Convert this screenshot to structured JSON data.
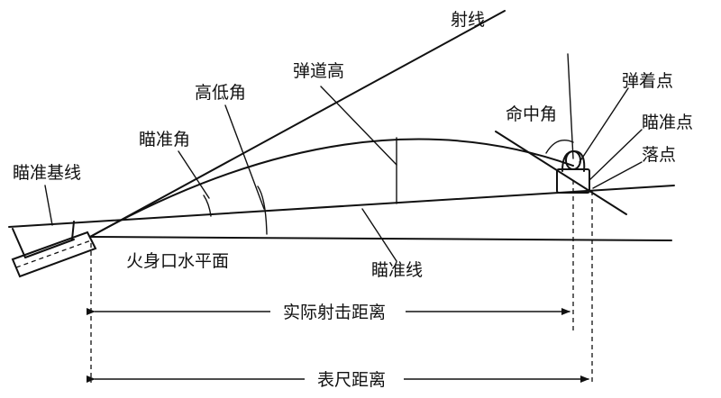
{
  "labels": {
    "firing_line": "射线",
    "trajectory_height": "弹道高",
    "impact_point": "弹着点",
    "angle_of_fall": "命中角",
    "aiming_point": "瞄准点",
    "landing_point": "落点",
    "elevation_angle": "高低角",
    "aiming_angle": "瞄准角",
    "aiming_base_line": "瞄准基线",
    "muzzle_horizontal_plane": "火身口水平面",
    "line_of_sight": "瞄准线",
    "actual_range": "实际射击距离",
    "sight_range": "表尺距离"
  }
}
